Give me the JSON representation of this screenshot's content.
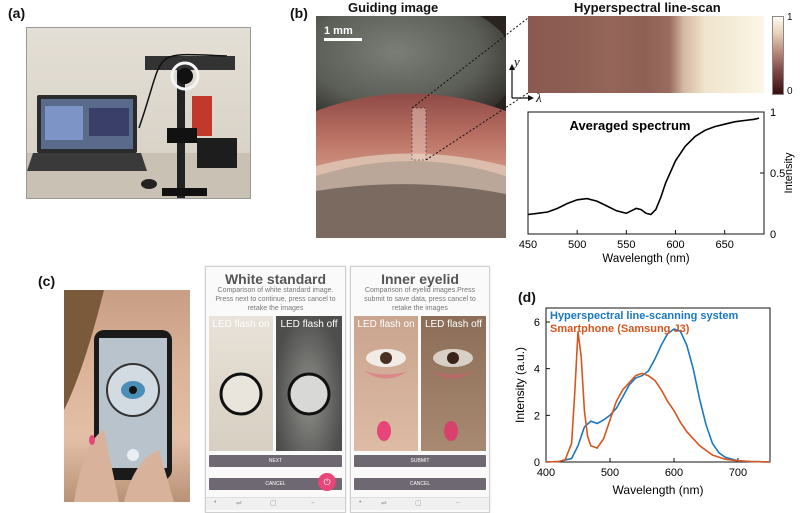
{
  "panel_labels": {
    "a": "(a)",
    "b": "(b)",
    "c": "(c)",
    "d": "(d)"
  },
  "panel_b": {
    "guiding_title": "Guiding image",
    "scale_bar": "1 mm",
    "hyperspectral_title": "Hyperspectral line-scan",
    "axis_y": "y",
    "axis_lambda": "λ",
    "colorbar_max": "1",
    "colorbar_min": "0"
  },
  "panel_c": {
    "white_title": "White standard",
    "white_desc": "Comparison of white standard image. Press next to continue, press cancel to retake the images",
    "eyelid_title": "Inner eyelid",
    "eyelid_desc": "Comparison of eyelid images.Press submit to save data, press cancel to retake the images",
    "flash_on": "LED flash on",
    "flash_off": "LED flash off",
    "next_btn": "NEXT",
    "submit_btn": "SUBMIT",
    "cancel_btn": "CANCEL"
  },
  "chart_data": [
    {
      "type": "line",
      "title": "Averaged spectrum",
      "xlabel": "Wavelength (nm)",
      "ylabel": "Intensity",
      "xlim": [
        450,
        690
      ],
      "ylim": [
        0,
        1
      ],
      "xticks": [
        "450",
        "500",
        "550",
        "600",
        "650"
      ],
      "yticks": [
        "0",
        "0.5",
        "1"
      ],
      "series": [
        {
          "color": "#000000",
          "x": [
            450,
            460,
            470,
            480,
            490,
            500,
            510,
            520,
            530,
            540,
            550,
            555,
            560,
            565,
            570,
            575,
            580,
            585,
            590,
            600,
            610,
            620,
            630,
            640,
            650,
            660,
            670,
            680,
            685
          ],
          "y": [
            0.16,
            0.17,
            0.18,
            0.21,
            0.25,
            0.28,
            0.29,
            0.27,
            0.23,
            0.19,
            0.17,
            0.19,
            0.21,
            0.2,
            0.17,
            0.16,
            0.2,
            0.3,
            0.42,
            0.6,
            0.72,
            0.8,
            0.85,
            0.88,
            0.9,
            0.92,
            0.93,
            0.94,
            0.95
          ]
        }
      ]
    },
    {
      "type": "line",
      "title": "",
      "xlabel": "Wavelength (nm)",
      "ylabel": "Intensity (a.u.)",
      "xlim": [
        400,
        750
      ],
      "ylim": [
        0,
        6.6
      ],
      "xticks": [
        "400",
        "500",
        "600",
        "700"
      ],
      "yticks": [
        "0",
        "2",
        "4",
        "6"
      ],
      "legend_position": "top",
      "series": [
        {
          "name": "Hyperspectral line-scanning system",
          "color": "#1a78c2",
          "x": [
            400,
            420,
            440,
            450,
            460,
            470,
            480,
            490,
            500,
            510,
            520,
            530,
            540,
            550,
            560,
            570,
            580,
            590,
            600,
            610,
            620,
            630,
            640,
            650,
            660,
            670,
            680,
            700,
            720,
            750
          ],
          "y": [
            0,
            0.02,
            0.15,
            0.7,
            1.5,
            1.75,
            1.65,
            1.8,
            2.0,
            2.3,
            2.8,
            3.3,
            3.6,
            3.7,
            3.9,
            4.4,
            5.0,
            5.5,
            5.7,
            5.6,
            5.0,
            4.0,
            2.7,
            1.6,
            0.8,
            0.4,
            0.2,
            0.05,
            0.02,
            0
          ]
        },
        {
          "name": "Smartphone (Samsung J3)",
          "color": "#d8561e",
          "x": [
            400,
            420,
            430,
            440,
            445,
            450,
            455,
            460,
            465,
            470,
            480,
            490,
            500,
            510,
            520,
            530,
            540,
            550,
            560,
            570,
            580,
            590,
            600,
            610,
            620,
            640,
            660,
            680,
            700,
            720,
            750
          ],
          "y": [
            0,
            0.02,
            0.1,
            0.8,
            3.0,
            5.6,
            4.5,
            2.2,
            1.1,
            0.7,
            0.6,
            1.0,
            1.8,
            2.6,
            3.1,
            3.4,
            3.7,
            3.8,
            3.7,
            3.5,
            3.1,
            2.6,
            2.2,
            1.7,
            1.3,
            0.7,
            0.3,
            0.12,
            0.05,
            0.02,
            0
          ]
        }
      ]
    }
  ]
}
